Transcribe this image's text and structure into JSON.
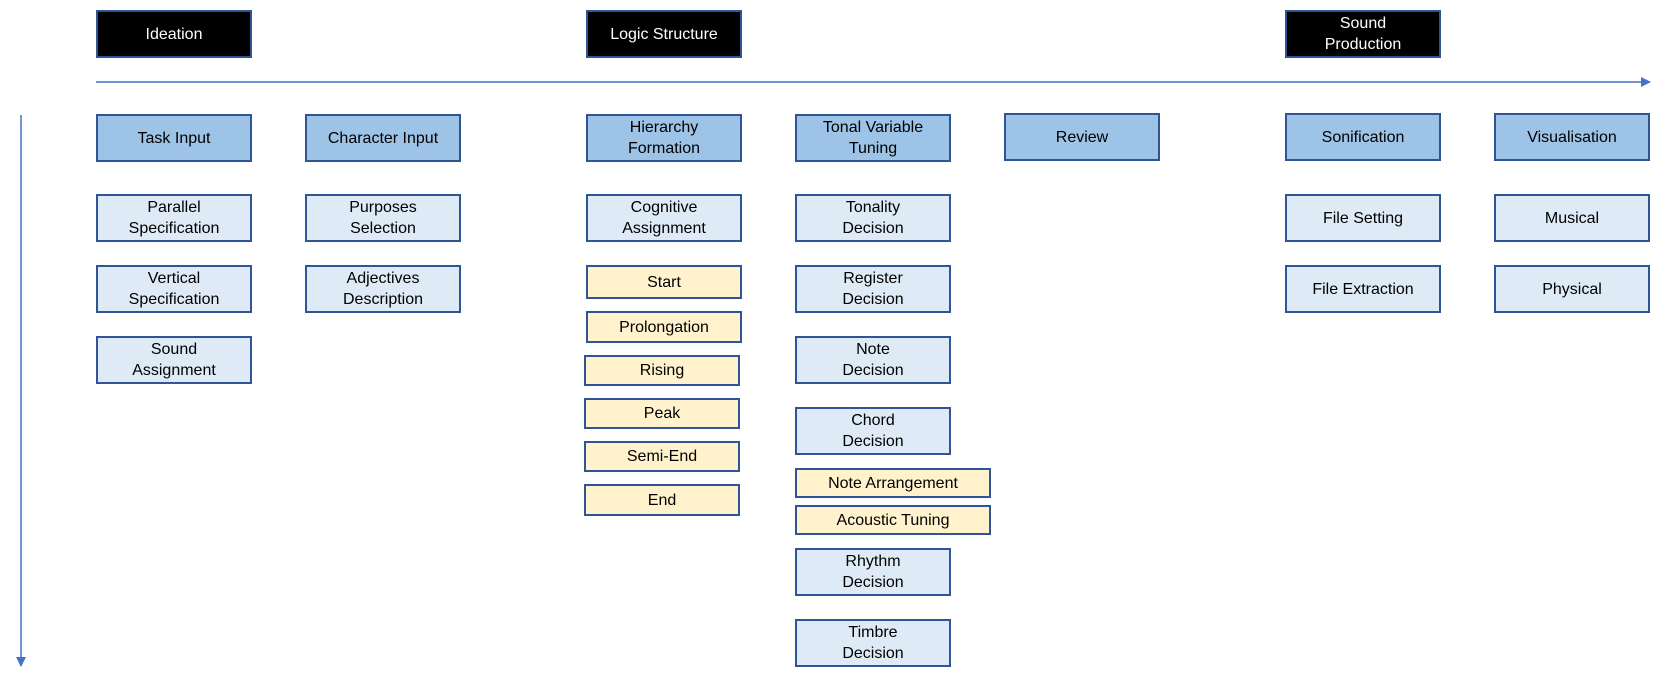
{
  "phases": [
    "Ideation",
    "Logic Structure",
    "Sound\nProduction"
  ],
  "stages": [
    "Task Input",
    "Character Input",
    "Hierarchy\nFormation",
    "Tonal Variable\nTuning",
    "Review",
    "Sonification",
    "Visualisation"
  ],
  "task_input": [
    "Parallel\nSpecification",
    "Vertical\nSpecification",
    "Sound\nAssignment"
  ],
  "character_input": [
    "Purposes\nSelection",
    "Adjectives\nDescription"
  ],
  "hierarchy_formation": {
    "task": "Cognitive\nAssignment",
    "subs": [
      "Start",
      "Prolongation",
      "Rising",
      "Peak",
      "Semi-End",
      "End"
    ]
  },
  "tonal_tuning": {
    "tasks_top": [
      "Tonality\nDecision",
      "Register\nDecision",
      "Note\nDecision",
      "Chord\nDecision"
    ],
    "subs": [
      "Note Arrangement",
      "Acoustic Tuning"
    ],
    "tasks_bottom": [
      "Rhythm\nDecision",
      "Timbre\nDecision"
    ]
  },
  "sonification": [
    "File Setting",
    "File Extraction"
  ],
  "visualisation": [
    "Musical",
    "Physical"
  ],
  "colors": {
    "phase_fill": "#000000",
    "stage_fill": "#9dc3e6",
    "task_fill": "#deebf7",
    "sub_fill": "#fff2cc",
    "border": "#2f5597",
    "arrow": "#4472c4"
  }
}
